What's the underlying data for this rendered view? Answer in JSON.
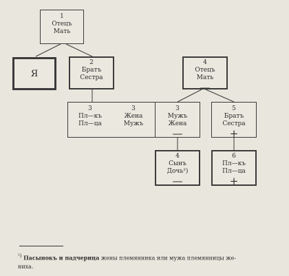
{
  "nodes": [
    {
      "id": "n1",
      "number": "1",
      "lines": [
        "Отецъ",
        "Мать"
      ],
      "mark": ""
    },
    {
      "id": "self",
      "number": "",
      "lines": [
        "Я"
      ],
      "mark": ""
    },
    {
      "id": "n2",
      "number": "2",
      "lines": [
        "Братъ",
        "Сестра"
      ],
      "mark": ""
    },
    {
      "id": "n4top",
      "number": "4",
      "lines": [
        "Отецъ",
        "Мать"
      ],
      "mark": "—"
    },
    {
      "id": "n3a",
      "number": "3",
      "lines": [
        "Пл—къ",
        "Пл—ца"
      ],
      "mark": ""
    },
    {
      "id": "n3b",
      "number": "3",
      "lines": [
        "Жена",
        "Мужъ"
      ],
      "mark": ""
    },
    {
      "id": "n3c",
      "number": "3",
      "lines": [
        "Мужъ",
        "Жена"
      ],
      "mark": "—"
    },
    {
      "id": "n5",
      "number": "5",
      "lines": [
        "Братъ",
        "Сестра"
      ],
      "mark": "+"
    },
    {
      "id": "n4bot",
      "number": "4",
      "lines": [
        "Сынъ",
        "Дочь²)"
      ],
      "mark": "—"
    },
    {
      "id": "n6",
      "number": "6",
      "lines": [
        "Пл—къ",
        "Пл—ца"
      ],
      "mark": "+"
    }
  ],
  "footnote": {
    "marker": "²)",
    "term": "Пасынокъ и падчерица",
    "text": " жены племянника или мужа племянницы же-",
    "text2": "ниха."
  }
}
